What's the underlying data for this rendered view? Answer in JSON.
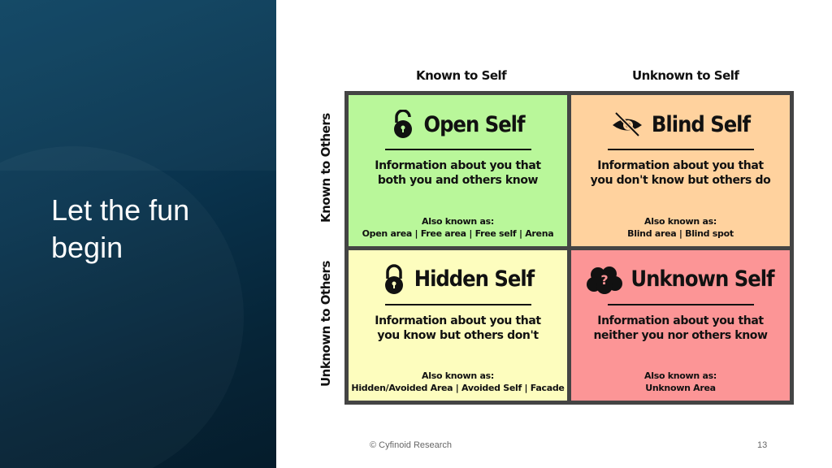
{
  "slide": {
    "title": "Let the fun begin",
    "footer": "© Cyfinoid Research",
    "page_number": "13"
  },
  "diagram": {
    "column_headers": [
      "Known to Self",
      "Unknown to Self"
    ],
    "row_headers": [
      "Known to Others",
      "Unknown to Others"
    ],
    "quadrants": [
      {
        "name": "Open Self",
        "icon": "unlocked-padlock-icon",
        "color": "#b9f79a",
        "desc1": "Information about you that",
        "desc2": "both you and others know",
        "aka_label": "Also known as:",
        "aka": "Open area | Free area | Free self | Arena"
      },
      {
        "name": "Blind Self",
        "icon": "eye-slash-icon",
        "color": "#ffd29e",
        "desc1": "Information about you that",
        "desc2": "you don't know but others do",
        "aka_label": "Also known as:",
        "aka": "Blind area | Blind spot"
      },
      {
        "name": "Hidden Self",
        "icon": "locked-padlock-icon",
        "color": "#fdfdbe",
        "desc1": "Information about you that",
        "desc2": "you know but others don't",
        "aka_label": "Also known as:",
        "aka": "Hidden/Avoided Area | Avoided Self | Facade"
      },
      {
        "name": "Unknown Self",
        "icon": "question-cloud-icon",
        "color": "#fc9596",
        "desc1": "Information about you that",
        "desc2": "neither you nor others know",
        "aka_label": "Also known as:",
        "aka": "Unknown Area"
      }
    ]
  }
}
